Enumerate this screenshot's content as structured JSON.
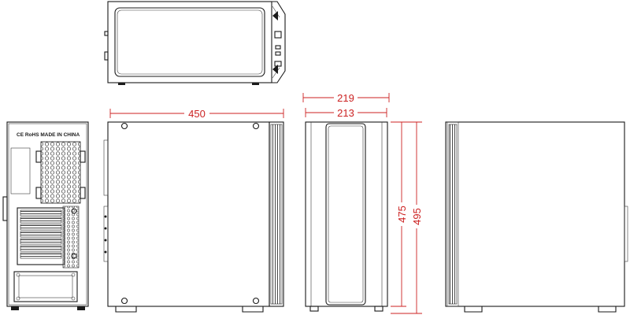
{
  "dimensions": {
    "length": "450",
    "width_outer": "219",
    "width_inner": "213",
    "height_inner": "475",
    "height_outer": "495"
  },
  "rear_panel": {
    "markings": "CE  RoHS  MADE IN CHINA"
  },
  "colors": {
    "line": "#1a1a1a",
    "dimension": "#cc2222",
    "background": "#ffffff"
  }
}
